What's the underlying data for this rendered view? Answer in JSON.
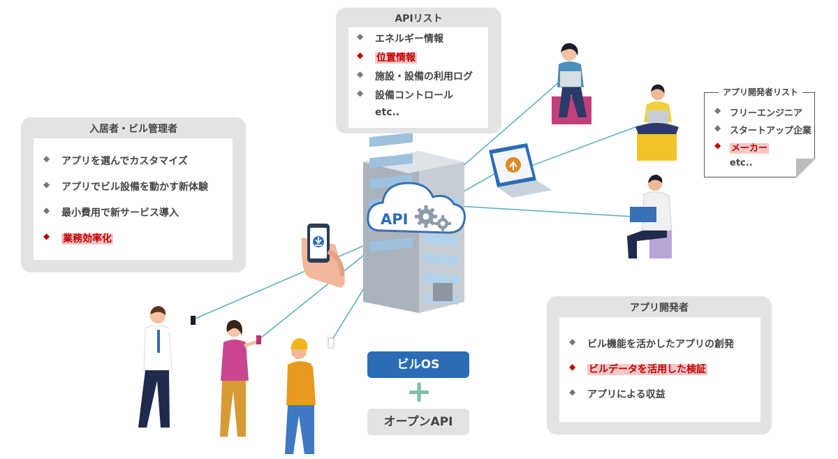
{
  "api_list": {
    "title": "APIリスト",
    "items": [
      {
        "text": "エネルギー情報",
        "highlight": false
      },
      {
        "text": "位置情報",
        "highlight": true
      },
      {
        "text": "施設・設備の利用ログ",
        "highlight": false
      },
      {
        "text": "設備コントロール",
        "highlight": false
      }
    ],
    "etc": "etc.."
  },
  "tenant_panel": {
    "title": "入居者・ビル管理者",
    "items": [
      {
        "text": "アプリを選んでカスタマイズ",
        "highlight": false
      },
      {
        "text": "アプリでビル設備を動かす新体験",
        "highlight": false
      },
      {
        "text": "最小費用で新サービス導入",
        "highlight": false
      },
      {
        "text": "業務効率化",
        "highlight": true
      }
    ]
  },
  "developer_list": {
    "title": "アプリ開発者リスト",
    "items": [
      {
        "text": "フリーエンジニア",
        "highlight": false
      },
      {
        "text": "スタートアップ企業",
        "highlight": false
      },
      {
        "text": "メーカー",
        "highlight": true
      }
    ],
    "etc": "etc.."
  },
  "developer_panel": {
    "title": "アプリ開発者",
    "items": [
      {
        "text": "ビル機能を活かしたアプリの創発",
        "highlight": false
      },
      {
        "text": "ビルデータを活用した検証",
        "highlight": true
      },
      {
        "text": "アプリによる収益",
        "highlight": false
      }
    ]
  },
  "cloud_label": "API",
  "building_os_label": "ビルOS",
  "plus_symbol": "+",
  "open_api_label": "オープンAPI",
  "colors": {
    "panel_bg": "#e3e3e3",
    "accent_red": "#c00000",
    "highlight_bg": "#f6c7c7",
    "building_os_blue": "#2a6db5",
    "plus_green": "#7cbfa8",
    "line_teal": "#5fb0c0"
  },
  "icons": {
    "bullet": "diamond-bullet-icon",
    "download": "download-arrow-icon",
    "upload": "upload-arrow-icon",
    "gear": "gear-icon"
  }
}
